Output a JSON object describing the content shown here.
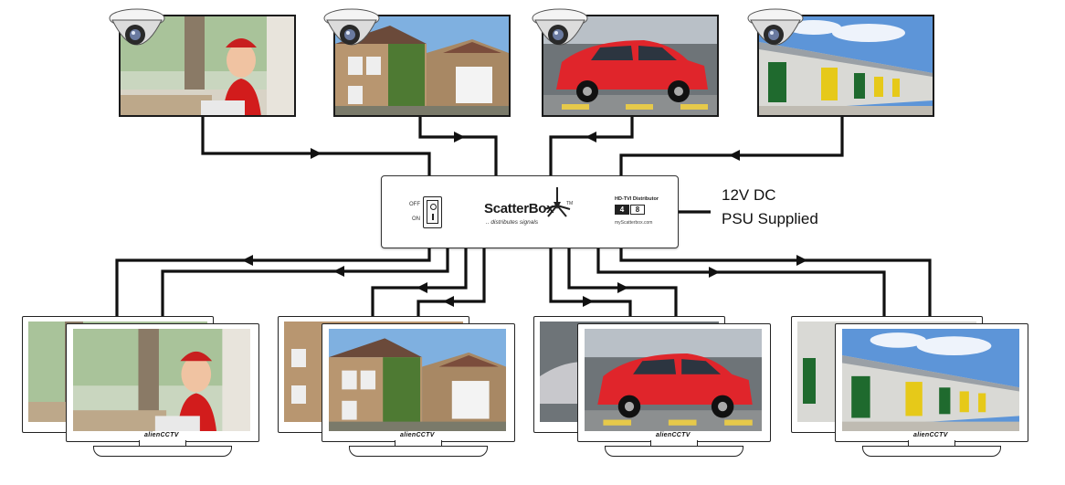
{
  "distributor": {
    "brand": "ScatterBox",
    "tagline": ".. distributes signals",
    "trademark": "TM",
    "switch_off": "OFF",
    "switch_on": "ON",
    "model": "HD-TVI Distributor",
    "model_in": "4",
    "model_out": "8",
    "website": "myScatterbox.com"
  },
  "psu": {
    "line1": "12V DC",
    "line2": "PSU Supplied"
  },
  "monitor_brand": "alienCCTV",
  "cameras": [
    {
      "scene": "delivery-man"
    },
    {
      "scene": "house"
    },
    {
      "scene": "red-car"
    },
    {
      "scene": "warehouse"
    }
  ],
  "colors": {
    "line": "#111111",
    "shirt": "#d21c1c",
    "car": "#e0252b",
    "sky": "#5d95d8"
  }
}
